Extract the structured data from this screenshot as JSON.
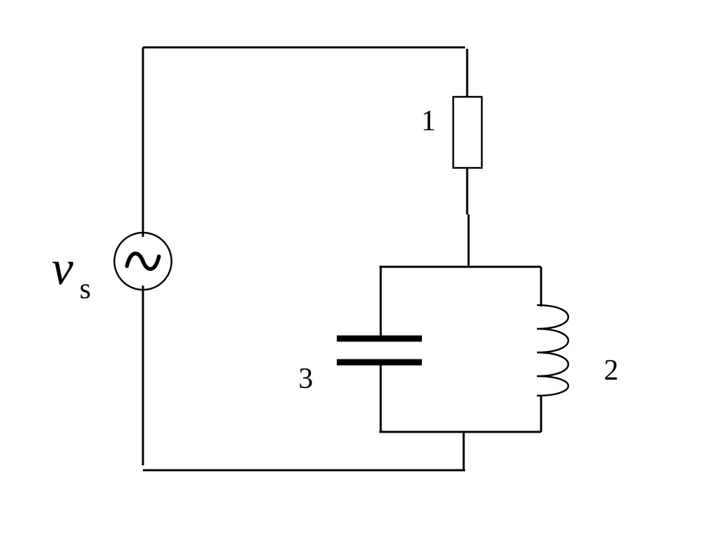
{
  "source": {
    "symbol": "v",
    "subscript": "s",
    "icon": "ac-sine-icon"
  },
  "components": [
    {
      "id": "resistor",
      "label": "1",
      "icon": "resistor-icon"
    },
    {
      "id": "inductor",
      "label": "2",
      "icon": "inductor-coil-icon"
    },
    {
      "id": "capacitor",
      "label": "3",
      "icon": "capacitor-icon"
    }
  ],
  "colors": {
    "wire": "#000000",
    "background": "#ffffff"
  }
}
